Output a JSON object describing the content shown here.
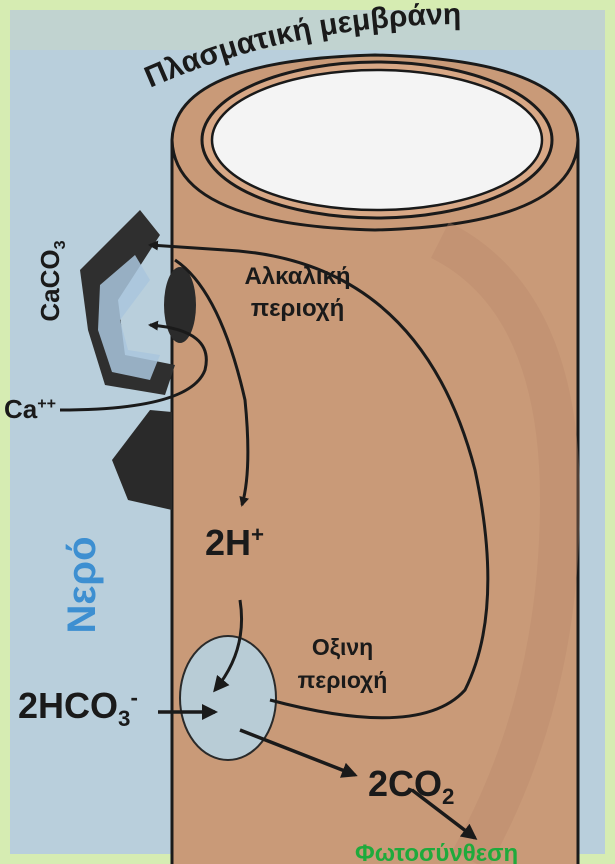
{
  "labels": {
    "membrane": "Πλασματική μεμβράνη",
    "alkaline_line1": "Αλκαλική",
    "alkaline_line2": "περιοχή",
    "acidic_line1": "Οξινη",
    "acidic_line2": "περιοχή",
    "water": "Νερό",
    "photosynthesis": "Φωτοσύνθεση"
  },
  "formulas": {
    "caco3_main": "CaCO",
    "caco3_sub": "3",
    "ca_main": "Ca",
    "ca_sup": "++",
    "h_main": "2H",
    "h_sup": "+",
    "hco3_main": "2HCO",
    "hco3_sub": "3",
    "hco3_sup": "-",
    "co2_main": "2CO",
    "co2_sub": "2"
  },
  "colors": {
    "water": "#3d8fd1",
    "photosynthesis": "#1faa3c",
    "cell": "#c99a78",
    "background_water": "#b9cfdc",
    "border": "#d5ecb0"
  }
}
